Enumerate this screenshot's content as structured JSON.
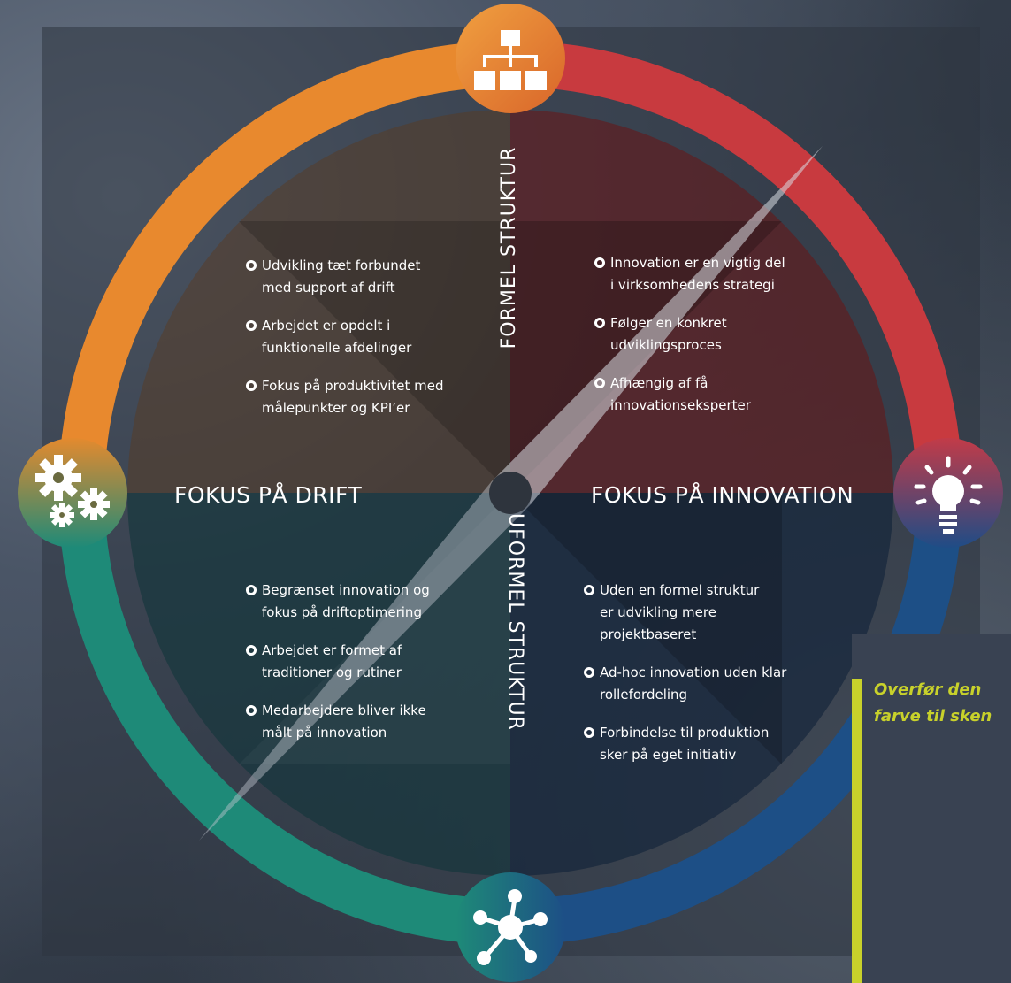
{
  "top_axis": {
    "label": "FORMEL STRUKTUR"
  },
  "bottom_axis": {
    "label": "UFORMEL STRUKTUR"
  },
  "left_axis": {
    "label": "FOKUS PÅ DRIFT"
  },
  "right_axis": {
    "label": "FOKUS PÅ INNOVATION"
  },
  "quadrants": {
    "top_left": [
      [
        "Udvikling tæt forbundet",
        "med support af drift"
      ],
      [
        "Arbejdet er opdelt i",
        "funktionelle afdelinger"
      ],
      [
        "Fokus på produktivitet med",
        "målepunkter og KPI’er"
      ]
    ],
    "top_right": [
      [
        "Innovation er en vigtig del",
        "i virksomhedens strategi"
      ],
      [
        "Følger en konkret",
        "udviklingsproces"
      ],
      [
        "Afhængig af få",
        "innovationseksperter"
      ]
    ],
    "bottom_left": [
      [
        "Begrænset innovation og",
        "fokus på driftoptimering"
      ],
      [
        "Arbejdet er formet af",
        "traditioner og rutiner"
      ],
      [
        "Medarbejdere bliver ikke",
        "målt på innovation"
      ]
    ],
    "bottom_right": [
      [
        "Uden en formel struktur",
        "er udvikling mere",
        "projektbaseret"
      ],
      [
        "Ad-hoc innovation uden klar",
        "rollefordeling"
      ],
      [
        "Forbindelse til produktion",
        "sker på eget initiativ"
      ]
    ]
  },
  "icons": {
    "top": "org-chart-icon",
    "left": "gears-icon",
    "right": "lightbulb-icon",
    "bottom": "network-icon"
  },
  "colors": {
    "orange": "#e8892e",
    "red": "#c83a3f",
    "blue": "#1d4f86",
    "teal": "#1e8a78",
    "accent": "#c8d12b"
  },
  "overlay": {
    "lines": [
      "Overfør den",
      "farve til sken"
    ]
  }
}
